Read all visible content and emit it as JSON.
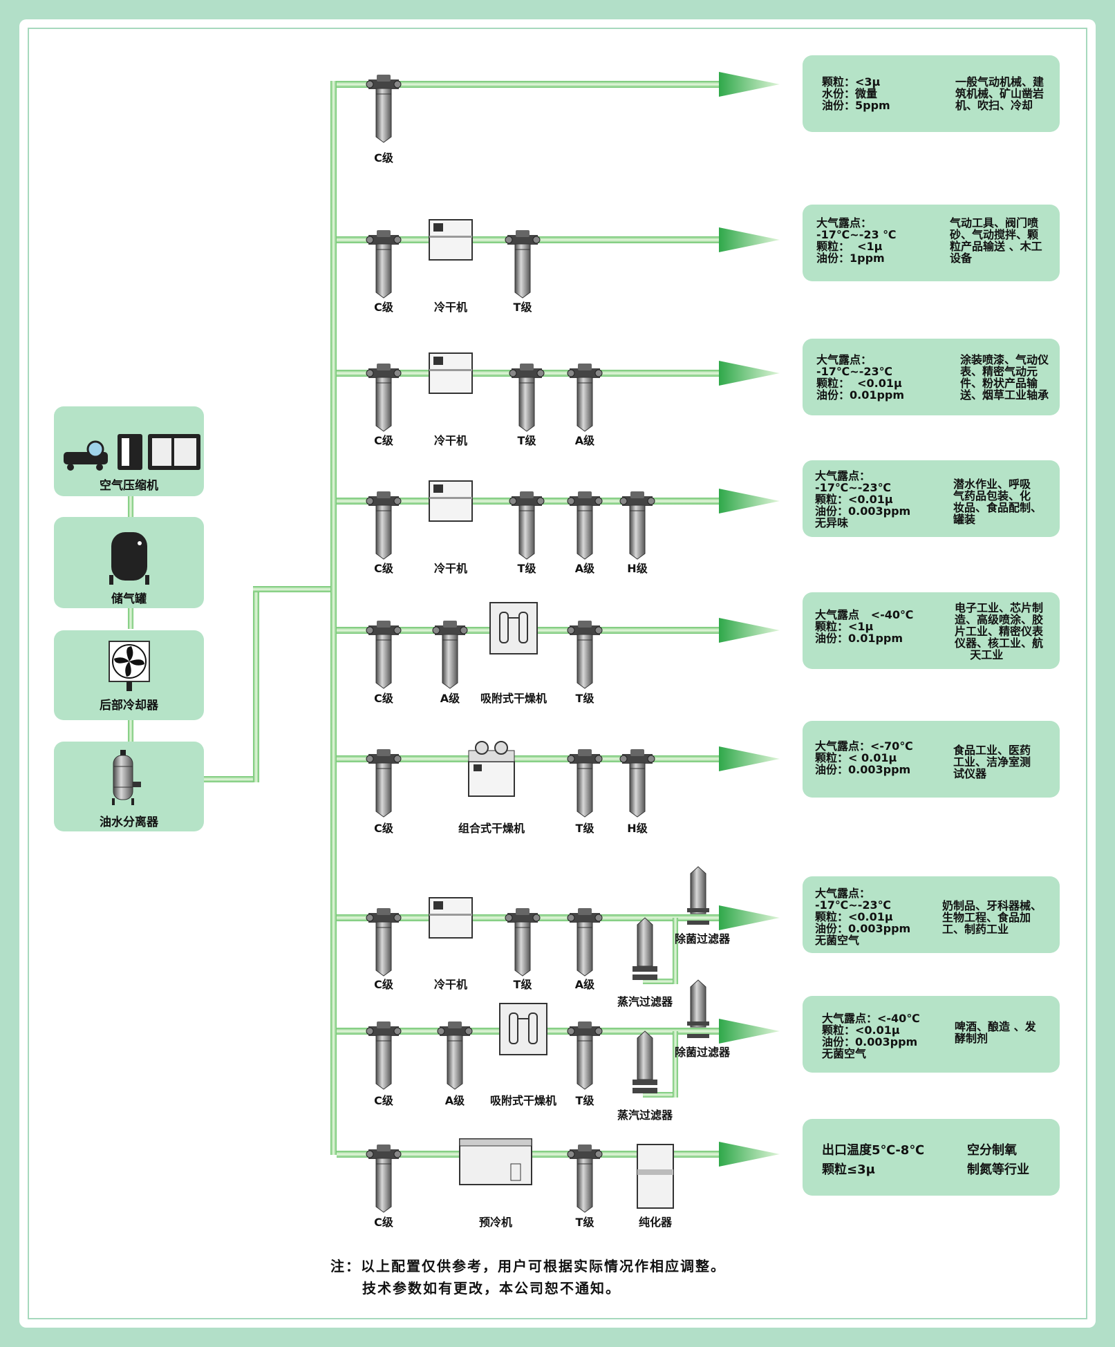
{
  "sources": [
    {
      "label": "空气压缩机",
      "icon": "air-compressor-icon"
    },
    {
      "label": "储气罐",
      "icon": "air-tank-icon"
    },
    {
      "label": "后部冷却器",
      "icon": "fan-cooler-icon"
    },
    {
      "label": "油水分离器",
      "icon": "oil-water-separator-icon"
    }
  ],
  "rows": [
    {
      "components": [
        "C级"
      ],
      "spec": "颗粒：<3μ\n水份：微量\n油份：5ppm",
      "apps": "一般气动机械、建\n筑机械、矿山凿岩\n机、吹扫、冷却"
    },
    {
      "components": [
        "C级",
        "冷干机",
        "T级"
      ],
      "spec": "大气露点：\n-17℃~-23 ℃\n颗粒：  <1μ\n油份：1ppm",
      "apps": "气动工具、阀门喷\n砂、气动搅拌、颗\n粒产品输送 、木工\n设备"
    },
    {
      "components": [
        "C级",
        "冷干机",
        "T级",
        "A级"
      ],
      "spec": "大气露点：\n-17℃~-23℃\n颗粒：  <0.01μ\n油份：0.01ppm",
      "apps": "涂装喷漆、气动仪\n表、精密气动元\n件、粉状产品输\n送、烟草工业轴承"
    },
    {
      "components": [
        "C级",
        "冷干机",
        "T级",
        "A级",
        "H级"
      ],
      "spec": "大气露点：\n-17℃~-23℃\n颗粒：<0.01μ\n油份：0.003ppm\n无异味",
      "apps": "潜水作业、呼吸\n气药品包装、化\n妆品、食品配制、\n罐装"
    },
    {
      "components": [
        "C级",
        "A级",
        "吸附式干燥机",
        "T级"
      ],
      "spec": "大气露点   <-40℃\n颗粒：<1μ\n油份：0.01ppm",
      "apps": "电子工业、芯片制\n造、高级喷涂、胶\n片工业、精密仪表\n仪器、核工业、航\n    天工业"
    },
    {
      "components": [
        "C级",
        "组合式干燥机",
        "T级",
        "H级"
      ],
      "spec": "大气露点：<-70℃\n颗粒：< 0.01μ\n油份：0.003ppm",
      "apps": "食品工业、医药\n工业、洁净室测\n试仪器"
    },
    {
      "components": [
        "C级",
        "冷干机",
        "T级",
        "A级",
        "蒸汽过滤器",
        "除菌过滤器"
      ],
      "spec": "大气露点：\n-17℃~-23℃\n颗粒：<0.01μ\n油份：0.003ppm\n无菌空气",
      "apps": "奶制品、牙科器械、\n生物工程、食品加\n工、制药工业"
    },
    {
      "components": [
        "C级",
        "A级",
        "吸附式干燥机",
        "T级",
        "蒸汽过滤器",
        "除菌过滤器"
      ],
      "spec": "大气露点：<-40℃\n颗粒：<0.01μ\n油份：0.003ppm\n无菌空气",
      "apps": "啤酒、酿造 、发\n酵制剂"
    },
    {
      "components": [
        "C级",
        "预冷机",
        "T级",
        "纯化器"
      ],
      "spec": "出口温度5℃-8℃\n颗粒≤3μ",
      "apps": "空分制氧\n制氮等行业"
    }
  ],
  "note": {
    "line1": "注：以上配置仅供参考，用户可根据实际情况作相应调整。",
    "line2": "技术参数如有更改，本公司恕不通知。"
  },
  "colors": {
    "pipe": "#7fd07f",
    "box": "#b5e3c7",
    "border": "#b2dfc8",
    "arrow": "#3fb34f"
  }
}
